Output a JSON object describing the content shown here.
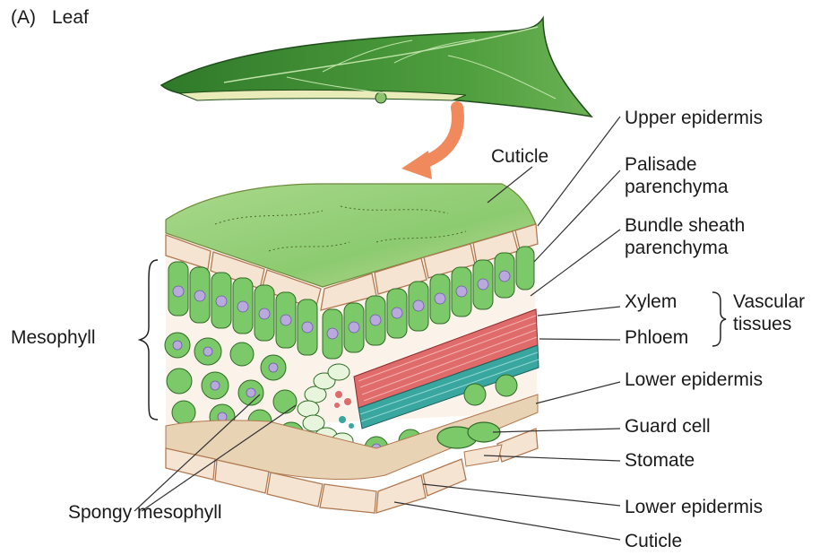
{
  "figure": {
    "panel": "(A)",
    "title": "Leaf"
  },
  "labels": {
    "cuticle_top": "Cuticle",
    "upper_epidermis": "Upper epidermis",
    "palisade_1": "Palisade",
    "palisade_2": "parenchyma",
    "bundle_sheath_1": "Bundle sheath",
    "bundle_sheath_2": "parenchyma",
    "xylem": "Xylem",
    "phloem": "Phloem",
    "vascular_1": "Vascular",
    "vascular_2": "tissues",
    "lower_epidermis_1": "Lower epidermis",
    "guard_cell": "Guard cell",
    "stomate": "Stomate",
    "lower_epidermis_2": "Lower epidermis",
    "cuticle_bottom": "Cuticle",
    "mesophyll": "Mesophyll",
    "spongy_mesophyll": "Spongy mesophyll"
  },
  "colors": {
    "leaf": "#4e9a3c",
    "leaf_dark": "#2f6b25",
    "epidermis": "#f6e4d3",
    "epidermis_edge": "#b07a52",
    "mesophyll_cell": "#7cc96a",
    "nucleus": "#b9a9dc",
    "xylem": "#e06b6b",
    "phloem": "#3aa6a0",
    "arrow": "#f08a5d",
    "cross_section_bg": "#fbf3ea"
  }
}
